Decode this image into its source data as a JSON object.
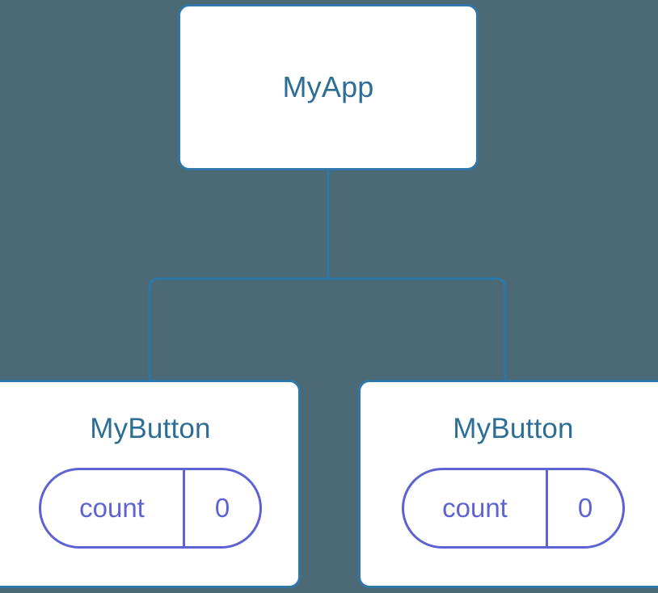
{
  "canvas": {
    "background_color": "#4b6a75",
    "title": "component-tree"
  },
  "theme": {
    "node_border_color": "#2f77a8",
    "node_fill_color": "#ffffff",
    "node_text_color": "#2c6e96",
    "edge_color": "#2f77a8",
    "prop_stroke_color": "#5e63d4",
    "prop_text_color": "#5e63d4"
  },
  "tree": {
    "root": {
      "id": "node-myapp",
      "label": "MyApp",
      "props": []
    },
    "children": [
      {
        "id": "node-mybutton-1",
        "label": "MyButton",
        "props": [
          {
            "key": "count",
            "value": "0"
          }
        ]
      },
      {
        "id": "node-mybutton-2",
        "label": "MyButton",
        "props": [
          {
            "key": "count",
            "value": "0"
          }
        ]
      }
    ]
  },
  "edges": [
    {
      "from": "node-myapp",
      "to": "node-mybutton-1"
    },
    {
      "from": "node-myapp",
      "to": "node-mybutton-2"
    }
  ]
}
